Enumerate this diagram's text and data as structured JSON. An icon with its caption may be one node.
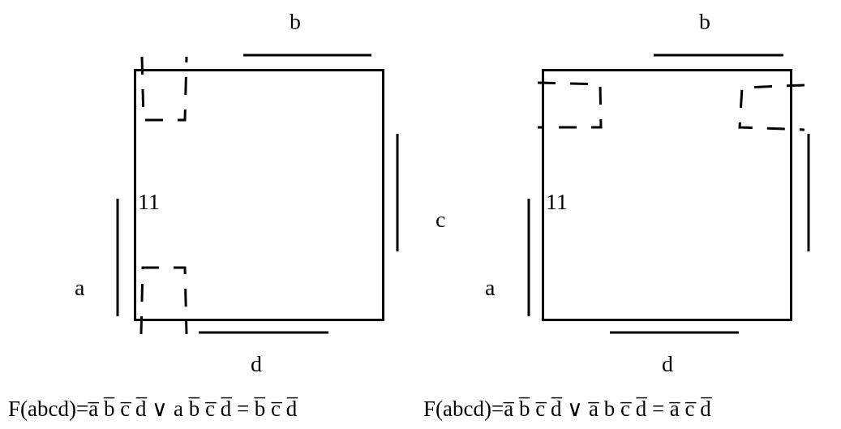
{
  "diagram": {
    "nodes": [
      {
        "text": [
          "11"
        ]
      },
      {
        "text": [
          "11"
        ]
      }
    ],
    "labels": [
      "b",
      "a",
      "d",
      "b",
      "c",
      "a",
      "d",
      "F(abcd)=a̅ b̅ c̅ d̅ ∨ a b̅ c̅ d̅ = b̅ c̅ d̅",
      "F(abcd)=a̅ b̅ c̅ d̅ ∨ a̅ b c̅ d̅ = a̅ c̅ d̅"
    ]
  }
}
